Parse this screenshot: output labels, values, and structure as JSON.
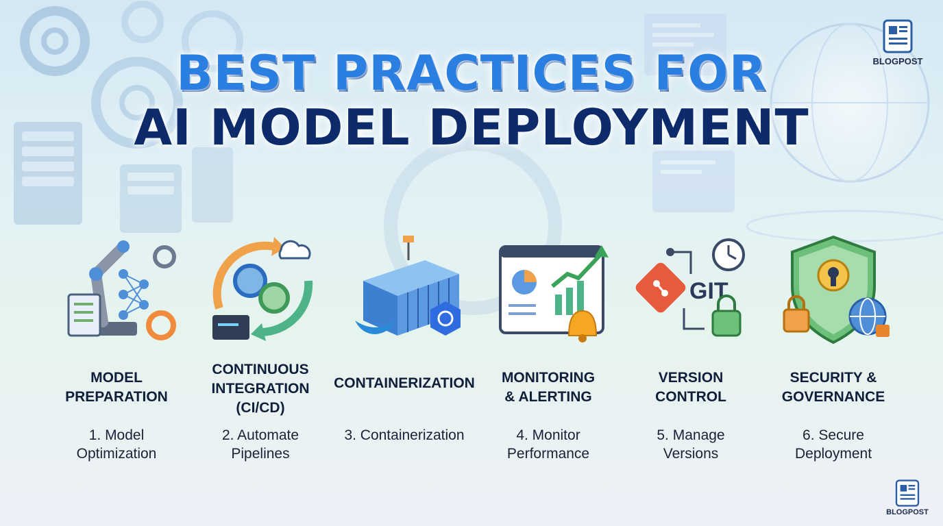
{
  "header": {
    "title_line1": "BEST PRACTICES FOR",
    "title_line2": "AI MODEL DEPLOYMENT"
  },
  "brand": {
    "name": "BLOGPOST",
    "icon": "newspaper-icon"
  },
  "steps": [
    {
      "title_lines": [
        "MODEL",
        "PREPARATION"
      ],
      "desc_lines": [
        "1. Model",
        "Optimization"
      ],
      "icon": "robot-arm-neural-network-icon"
    },
    {
      "title_lines": [
        "CONTINUOUS",
        "INTEGRATION",
        "(CI/CD)"
      ],
      "desc_lines": [
        "2. Automate",
        "Pipelines"
      ],
      "icon": "cicd-gears-cycle-icon"
    },
    {
      "title_lines": [
        "CONTAINERIZATION"
      ],
      "desc_lines": [
        "3. Containerization"
      ],
      "icon": "shipping-container-icon"
    },
    {
      "title_lines": [
        "MONITORING",
        "& ALERTING"
      ],
      "desc_lines": [
        "4. Monitor",
        "Performance"
      ],
      "icon": "dashboard-alert-icon"
    },
    {
      "title_lines": [
        "VERSION",
        "CONTROL"
      ],
      "desc_lines": [
        "5. Manage",
        "Versions"
      ],
      "icon": "git-version-icon",
      "icon_text": "GIT"
    },
    {
      "title_lines": [
        "SECURITY &",
        "GOVERNANCE"
      ],
      "desc_lines": [
        "6. Secure",
        "Deployment"
      ],
      "icon": "shield-keyhole-icon"
    }
  ],
  "colors": {
    "title_blue": "#2b7fe0",
    "title_navy": "#0d2a6b",
    "git_orange": "#e85a3c",
    "alert_orange": "#f5a623",
    "shield_green": "#6cc07a"
  }
}
